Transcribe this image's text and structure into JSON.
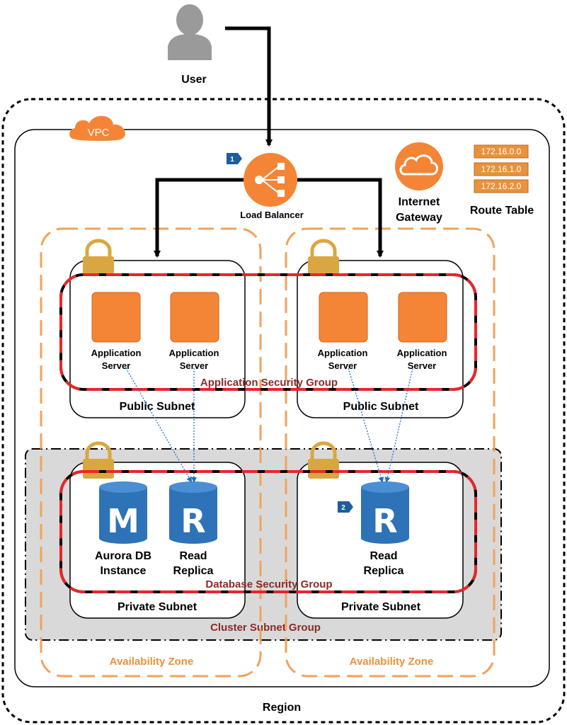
{
  "user": {
    "label": "User"
  },
  "vpc": {
    "label": "VPC"
  },
  "region": {
    "label": "Region"
  },
  "load_balancer": {
    "label": "Load Balancer",
    "badge": "1"
  },
  "internet_gateway": {
    "label_line1": "Internet",
    "label_line2": "Gateway"
  },
  "route_table": {
    "label": "Route Table",
    "routes": [
      "172.16.0.0",
      "172.16.1.0",
      "172.16.2.0"
    ]
  },
  "availability_zones": [
    {
      "label": "Availability Zone"
    },
    {
      "label": "Availability Zone"
    }
  ],
  "public_subnets": [
    {
      "label": "Public Subnet"
    },
    {
      "label": "Public Subnet"
    }
  ],
  "private_subnets": [
    {
      "label": "Private Subnet"
    },
    {
      "label": "Private Subnet"
    }
  ],
  "app_servers": [
    {
      "line1": "Application",
      "line2": "Server"
    },
    {
      "line1": "Application",
      "line2": "Server"
    },
    {
      "line1": "Application",
      "line2": "Server"
    },
    {
      "line1": "Application",
      "line2": "Server"
    }
  ],
  "app_security_group": {
    "label": "Application Security Group"
  },
  "db_security_group": {
    "label": "Database Security Group"
  },
  "cluster_subnet_group": {
    "label": "Cluster Subnet Group"
  },
  "databases": [
    {
      "letter": "M",
      "line1": "Aurora DB",
      "line2": "Instance"
    },
    {
      "letter": "R",
      "line1": "Read",
      "line2": "Replica"
    },
    {
      "letter": "R",
      "line1": "Read",
      "line2": "Replica",
      "badge": "2"
    }
  ],
  "colors": {
    "aws_orange": "#f58536",
    "lock_gold": "#d9a741",
    "db_blue": "#2e73b8",
    "user_gray": "#9a9a9a",
    "security_red": "#e8262a",
    "cluster_gray": "#d9d9d9",
    "az_orange": "#f2a25a",
    "route_orange": "#e8923d",
    "maroon_text": "#8b2a2a"
  }
}
